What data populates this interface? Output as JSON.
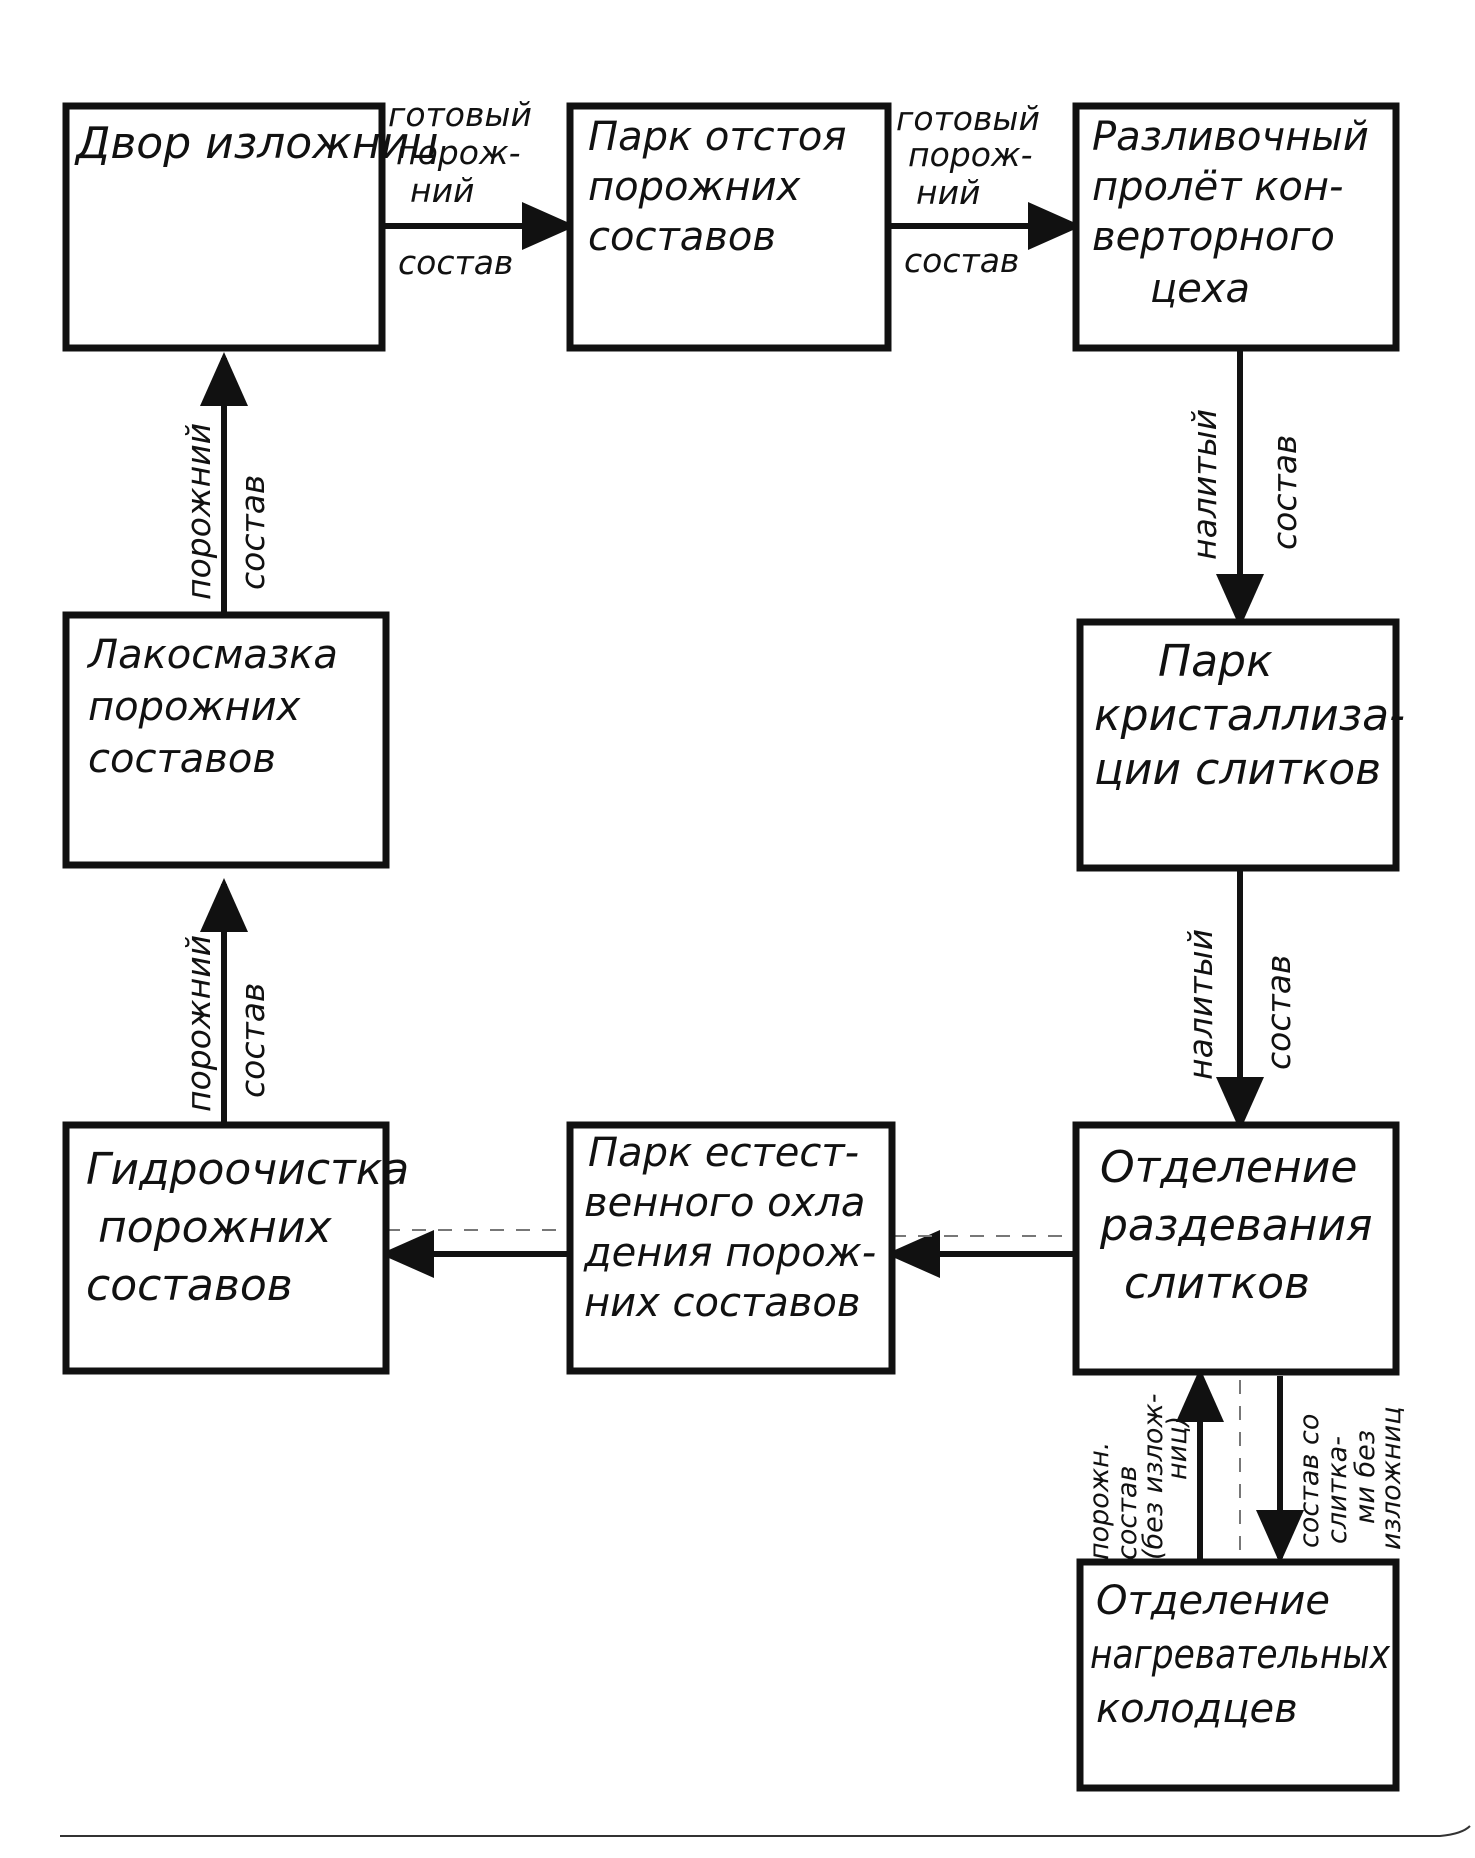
{
  "boxes": {
    "dvor": [
      "Двор изложниц"
    ],
    "park_otstoya": [
      "Парк отстоя",
      "порожних",
      "составов"
    ],
    "razlivochny": [
      "Разливочный",
      "пролёт кон-",
      "верторного",
      "цеха"
    ],
    "park_kristall": [
      "Парк",
      "кристаллиза-",
      "ции слитков"
    ],
    "otdelenie_razdev": [
      "Отделение",
      "раздевания",
      "слитков"
    ],
    "park_estestv": [
      "Парк естест-",
      "венного охла",
      "дения порож-",
      "них составов"
    ],
    "gidroochistka": [
      "Гидроочистка",
      "порожних",
      "составов"
    ],
    "lakosmazka": [
      "Лакосмазка",
      "порожних",
      "составов"
    ],
    "otdelenie_nagrev": [
      "Отделение",
      "нагревательных",
      "колодцев"
    ]
  },
  "flow_labels": {
    "dvor_to_park": [
      "готовый",
      "порож-",
      "ний",
      "состав"
    ],
    "park_to_razliv": [
      "готовый",
      "порож-",
      "ний",
      "состав"
    ],
    "razliv_to_kristall": [
      "налитый",
      "состав"
    ],
    "kristall_to_razdev": [
      "налитый",
      "состав"
    ],
    "lakosmazka_to_dvor": [
      "порожний",
      "состав"
    ],
    "gidro_to_lakosmazka": [
      "порожний",
      "состав"
    ],
    "nagrev_to_razdev": [
      "порожн.",
      "состав",
      "(без излож-",
      "ниц)"
    ],
    "razdev_to_nagrev": [
      "состав со",
      "слитка-",
      "ми без",
      "изложниц"
    ]
  }
}
